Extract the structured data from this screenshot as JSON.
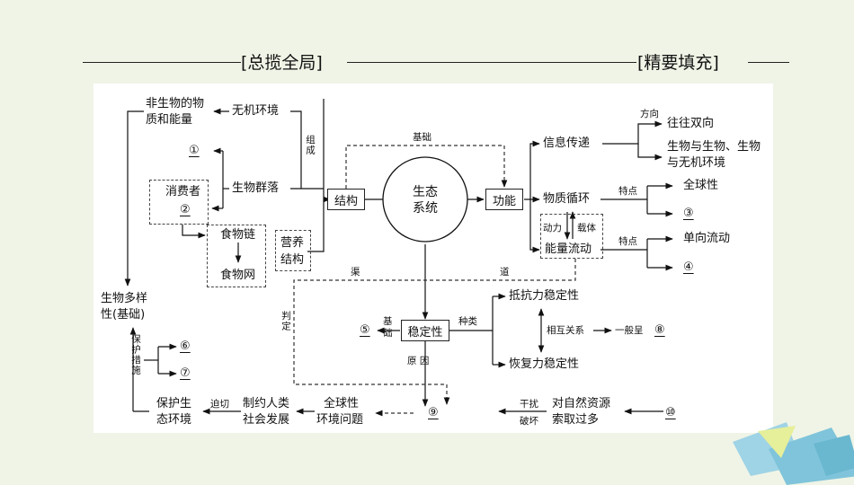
{
  "header": {
    "left": "[总揽全局]",
    "right": "[精要填充]"
  },
  "center": {
    "line1": "生态",
    "line2": "系统"
  },
  "left_branch": {
    "abiotic_line1": "非生物的物",
    "abiotic_line2": "质和能量",
    "abiotic_env": "无机环境",
    "compose": "组成",
    "blank1": "①",
    "consumers": "消费者",
    "blank2": "②",
    "community": "生物群落",
    "food_chain": "食物链",
    "food_web": "食物网",
    "nutrition_line1": "营养",
    "nutrition_line2": "结构",
    "structure": "结构",
    "foundation_top": "基础"
  },
  "biodiversity": {
    "line1": "生物多样",
    "line2": "性(基础)",
    "protect_measures": "保护措施",
    "blank6": "⑥",
    "blank7": "⑦",
    "protect_env_line1": "保护生",
    "protect_env_line2": "态环境",
    "urgent": "迫切",
    "restrict_line1": "制约人类",
    "restrict_line2": "社会发展",
    "global_line1": "全球性",
    "global_line2": "环境问题"
  },
  "function_branch": {
    "function": "功能",
    "info": "信息传递",
    "direction": "方向",
    "bidirectional": "往往双向",
    "bio_line1": "生物与生物、生物",
    "bio_line2": "与无机环境",
    "material": "物质循环",
    "feature1": "特点",
    "global": "全球性",
    "blank3": "③",
    "power": "动力",
    "carrier": "载体",
    "energy": "能量流动",
    "feature2": "特点",
    "one_way": "单向流动",
    "blank4": "④"
  },
  "stability": {
    "channel_left": "渠",
    "channel_right": "道",
    "judge": "判定",
    "blank5": "⑤",
    "basis": "基础",
    "stability": "稳定性",
    "types": "种类",
    "resistance": "抵抗力稳定性",
    "mutual": "相互关系",
    "general": "一般呈",
    "blank8": "⑧",
    "recovery": "恢复力稳定性",
    "reason": "原  因",
    "blank9": "⑨"
  },
  "bottom_right": {
    "disturb": "干扰",
    "destroy": "破坏",
    "over_line1": "对自然资源",
    "over_line2": "索取过多",
    "blank10": "⑩"
  }
}
